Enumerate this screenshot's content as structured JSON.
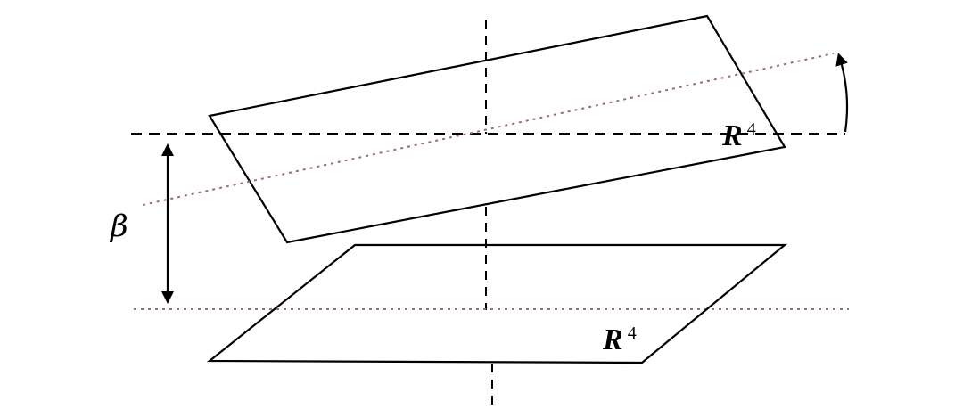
{
  "labels": {
    "beta": "β",
    "plane_upper_letter": "R",
    "plane_upper_exponent": "4",
    "plane_lower_letter": "R",
    "plane_lower_exponent": "4"
  },
  "colors": {
    "line": "#000000",
    "dotted_reference": "#9a6a80",
    "background": "#ffffff"
  }
}
